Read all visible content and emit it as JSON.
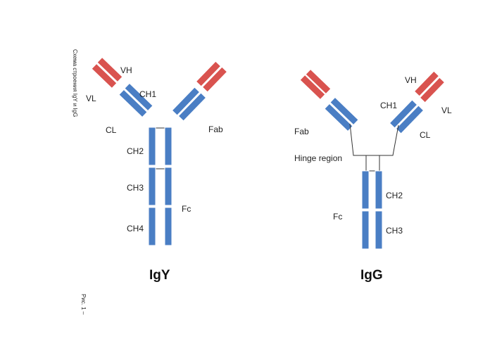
{
  "colors": {
    "heavy_variable": "#d9534f",
    "constant": "#4a7ec4",
    "outline": "#ffffff",
    "link": "#333333"
  },
  "side_captions": {
    "schema": "Схема строения IgY и IgG",
    "figure": "Рис. 1 –"
  },
  "igy": {
    "title": "IgY",
    "labels": {
      "vh": "VH",
      "vl": "VL",
      "ch1": "CH1",
      "cl": "CL",
      "fab": "Fab",
      "ch2": "CH2",
      "ch3": "CH3",
      "ch4": "CH4",
      "fc": "Fc"
    }
  },
  "igg": {
    "title": "IgG",
    "labels": {
      "fab": "Fab",
      "vh": "VH",
      "vl": "VL",
      "ch1": "CH1",
      "cl": "CL",
      "hinge": "Hinge region",
      "fc": "Fc",
      "ch2": "CH2",
      "ch3": "CH3"
    }
  }
}
